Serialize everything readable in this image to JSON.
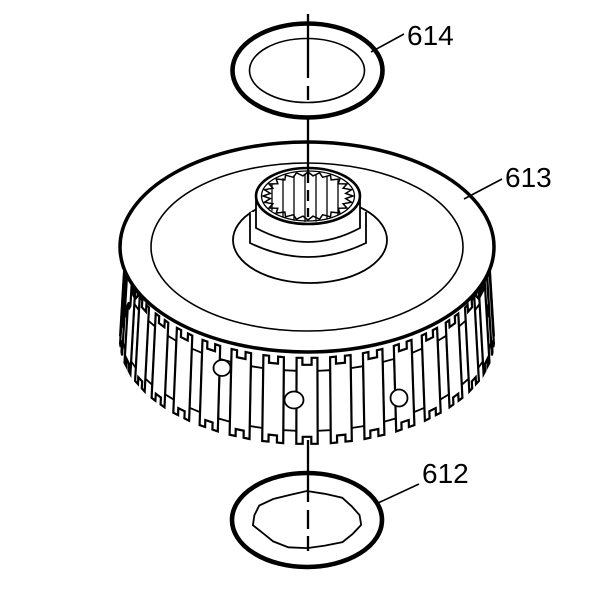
{
  "diagram": {
    "background": "#ffffff",
    "line_color": "#000000",
    "callouts": [
      {
        "label": "614"
      },
      {
        "label": "613"
      },
      {
        "label": "612"
      }
    ]
  }
}
